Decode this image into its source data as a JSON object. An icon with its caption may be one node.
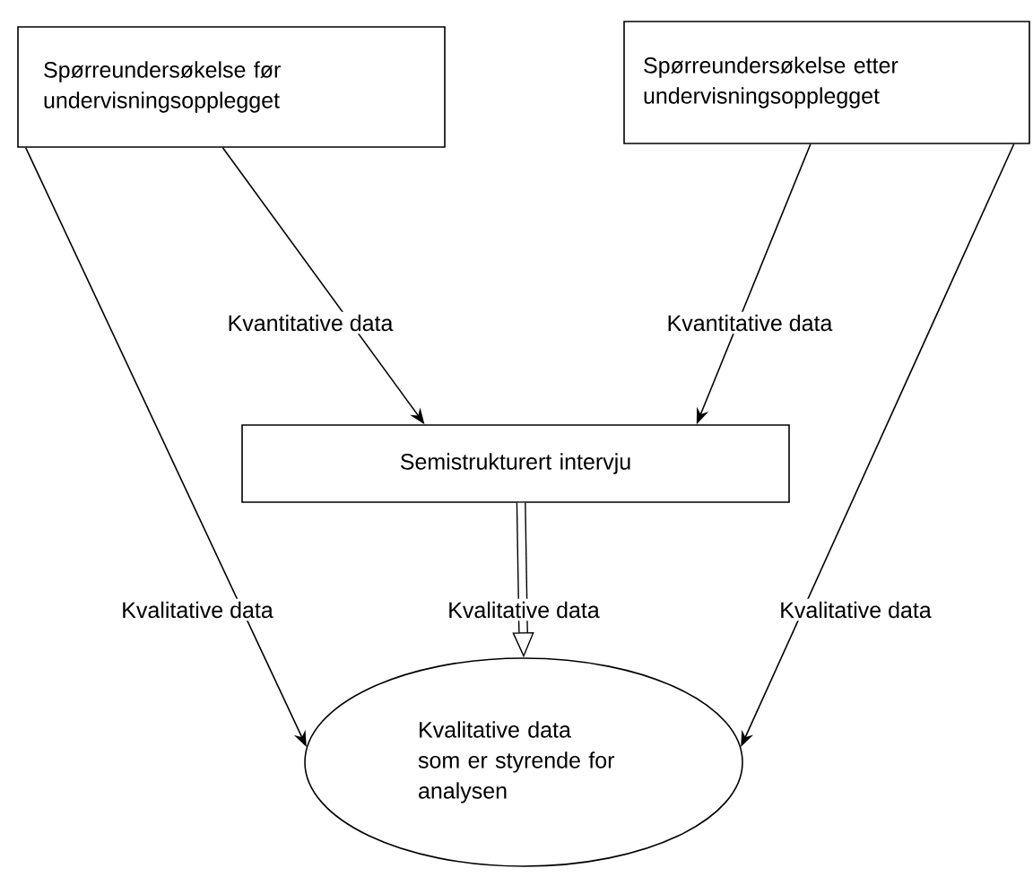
{
  "diagram": {
    "nodes": [
      {
        "text": [
          "Spørreundersøkelse før undervisningsopplegget"
        ]
      },
      {
        "text": [
          "Spørreundersøkelse etter undervisningsopplegget"
        ]
      },
      {
        "text": [
          "Semistrukturert intervju"
        ]
      },
      {
        "text": [
          "Kvalitative data som er styrende for analysen"
        ]
      }
    ],
    "edges": [
      {
        "from": 0,
        "to": 3,
        "arrow": "to",
        "label": "Kvalitative data"
      },
      {
        "from": 0,
        "to": 2,
        "arrow": "to",
        "label": "Kvantitative data"
      },
      {
        "from": 1,
        "to": 2,
        "arrow": "to",
        "label": "Kvantitative data"
      },
      {
        "from": 1,
        "to": 3,
        "arrow": "to",
        "label": "Kvalitative data"
      },
      {
        "from": 2,
        "to": 3,
        "arrow": "to",
        "label": "Kvalitative data",
        "style": "thick"
      }
    ]
  }
}
